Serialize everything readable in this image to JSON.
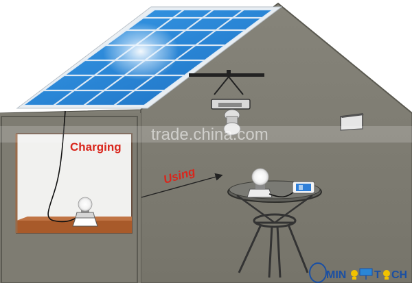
{
  "labels": {
    "charging": "Charging",
    "using": "Using"
  },
  "watermark": "trade.china.com",
  "logo": {
    "part1": "MIN",
    "part2": "T",
    "part3": "CH"
  },
  "colors": {
    "wall": "#7d7b70",
    "wall_dark": "#6d6b61",
    "panel_blue": "#2a86d6",
    "label_red": "#d9261c",
    "logo_blue": "#1a4fa3"
  }
}
